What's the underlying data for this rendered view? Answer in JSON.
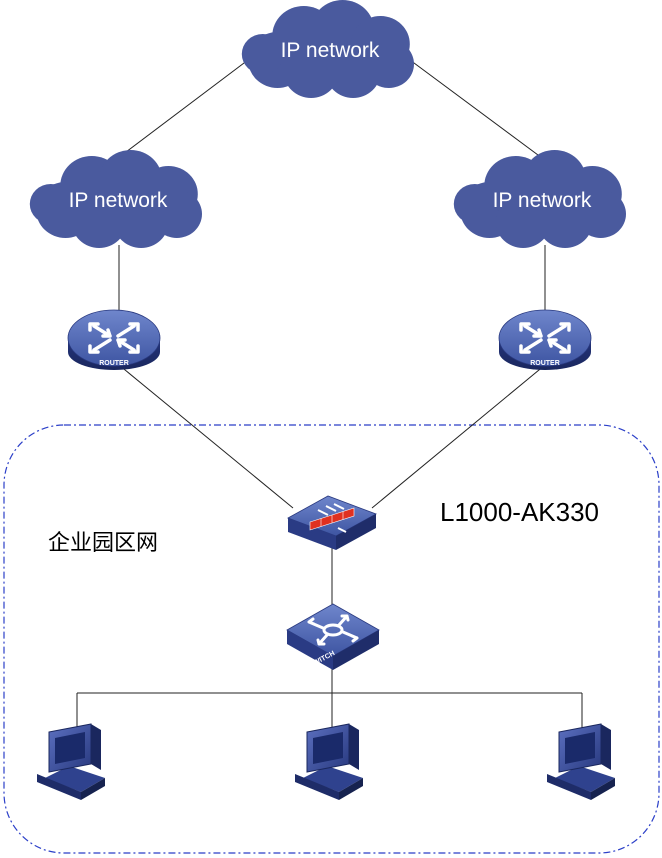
{
  "clouds": {
    "top": "IP network",
    "left": "IP network",
    "right": "IP network"
  },
  "routers": {
    "left": "ROUTER",
    "right": "ROUTER"
  },
  "switch": "SWITCH",
  "firewall": {
    "model": "L1000-AK330"
  },
  "zone": {
    "label": "企业园区网"
  },
  "colors": {
    "cloud": "#4a5a9e",
    "device": "#3f57a4",
    "zone_border": "#2b3fc8",
    "firewall_band": "#e03020"
  }
}
